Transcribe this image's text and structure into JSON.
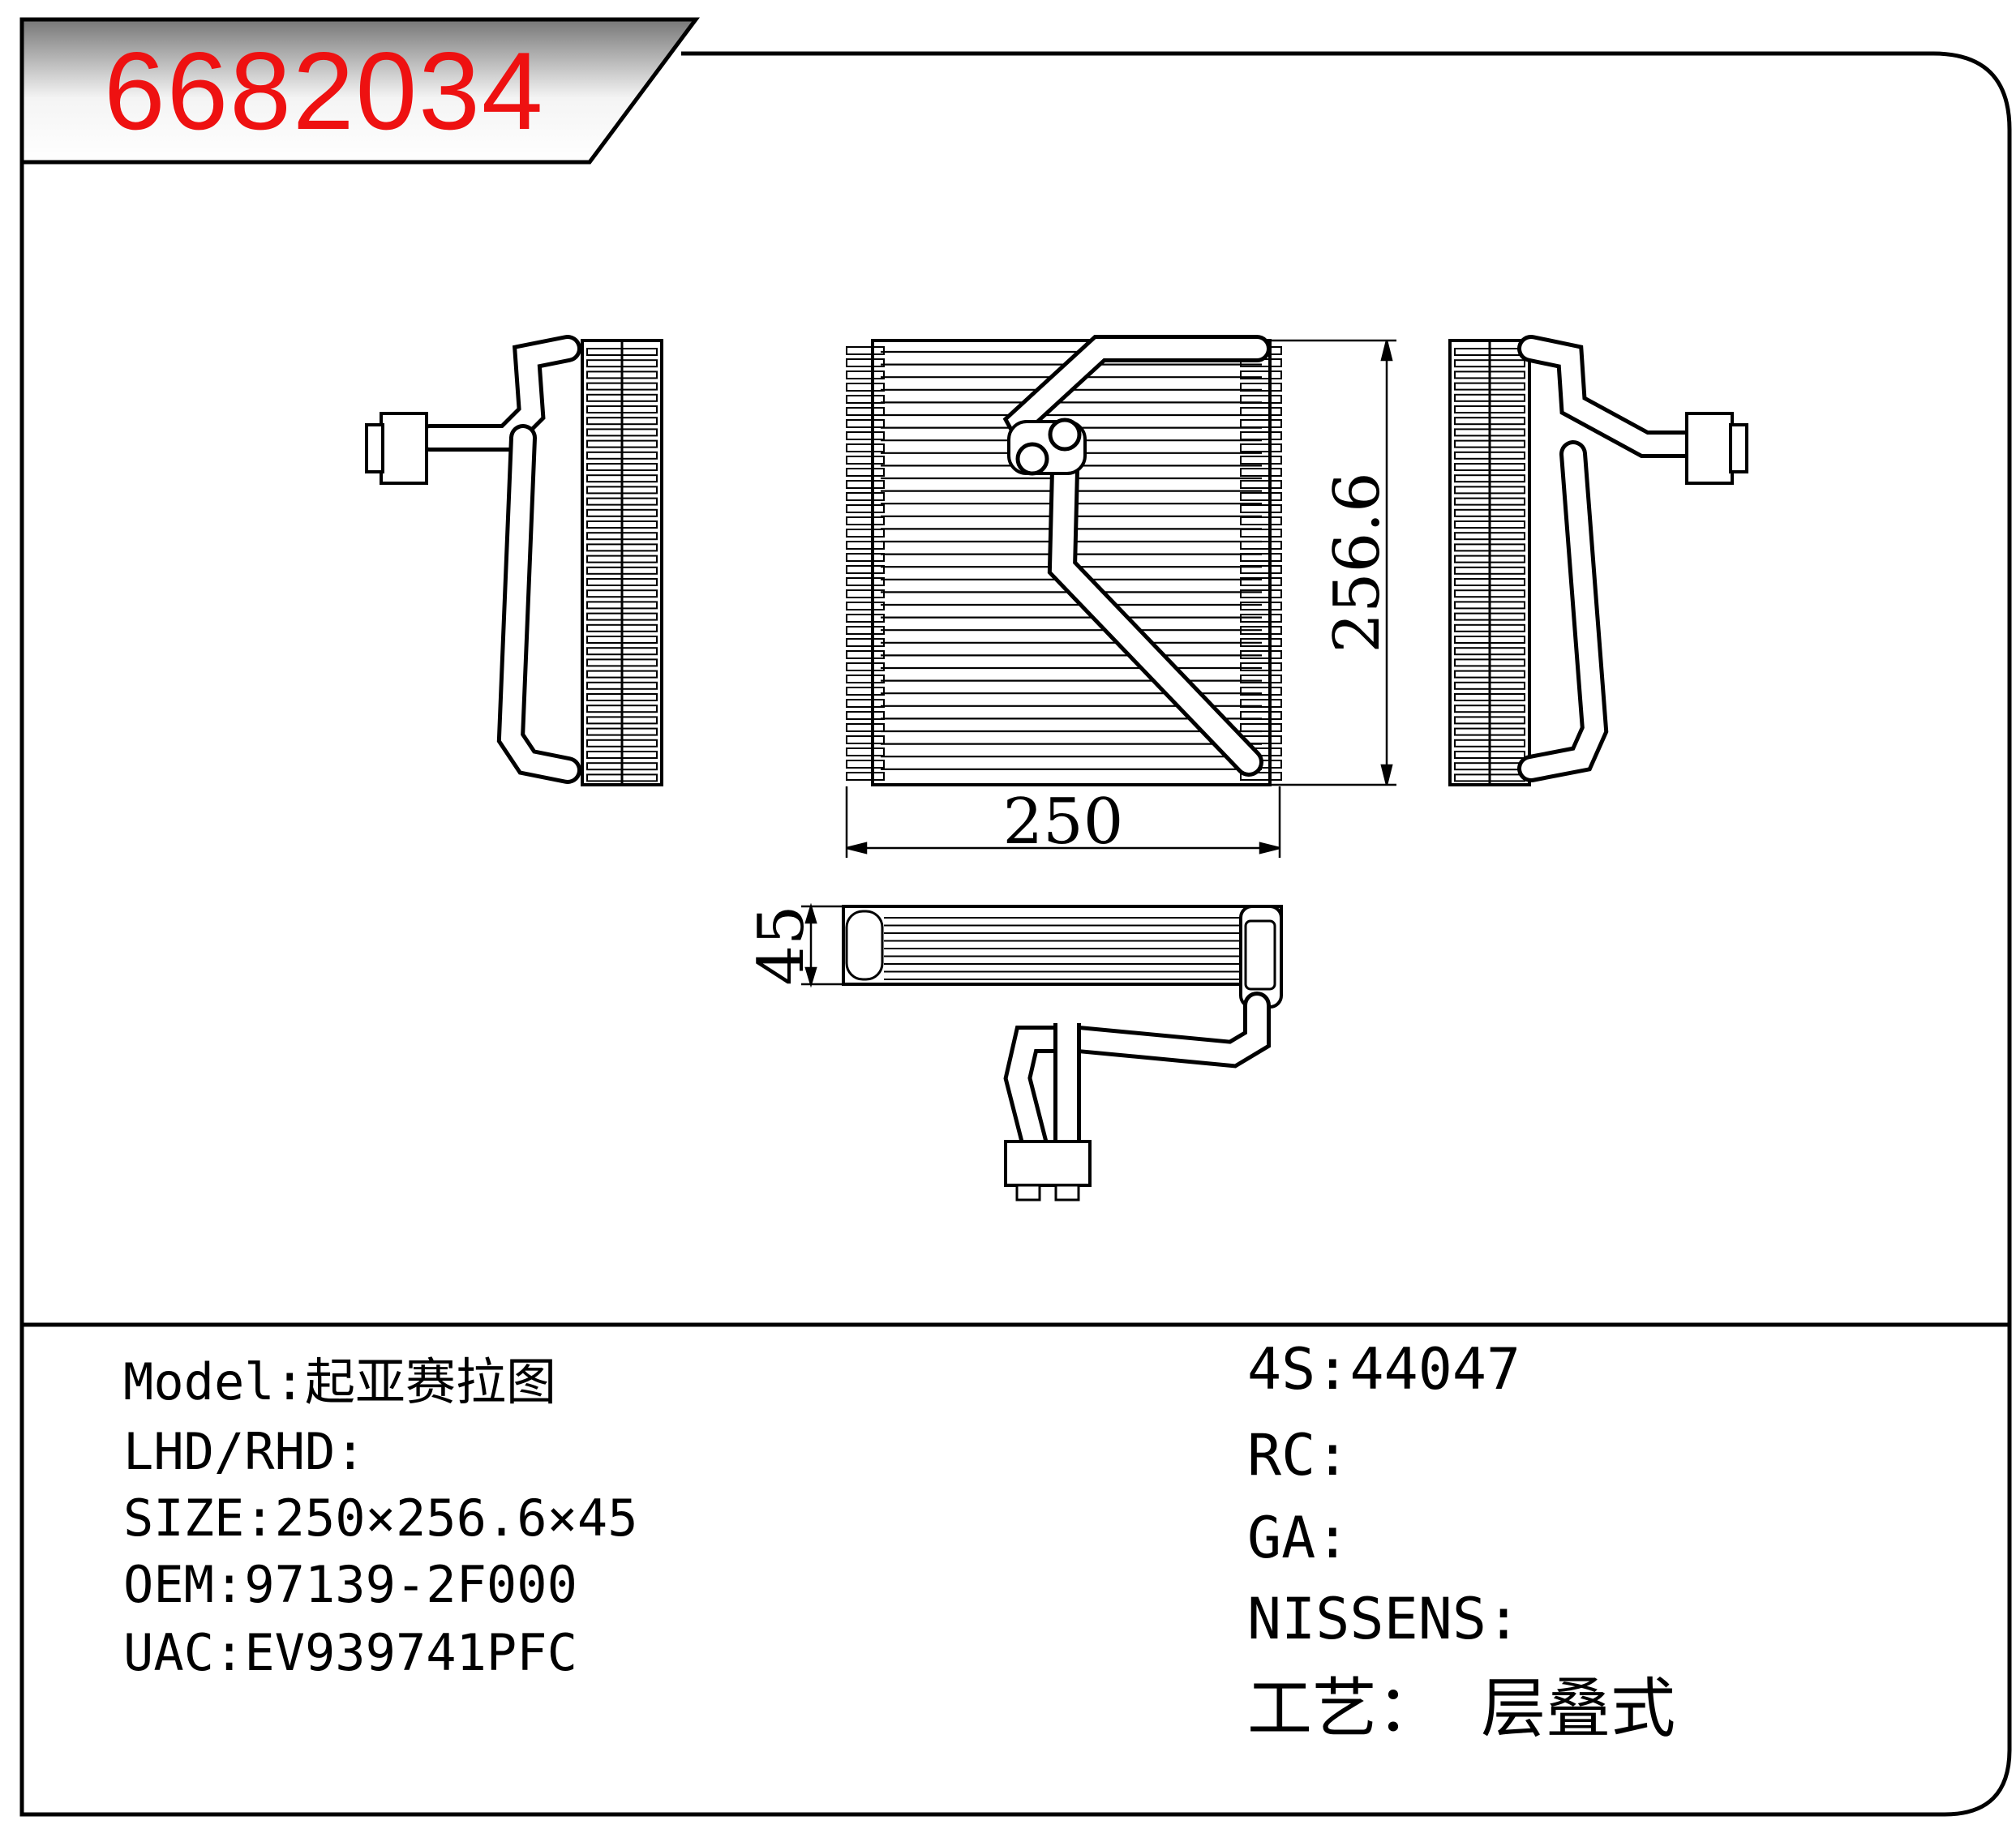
{
  "header": {
    "part_number": "6682034"
  },
  "dimensions": {
    "width": "250",
    "height": "256.6",
    "depth": "45"
  },
  "specs_left": [
    {
      "key": "model",
      "label": "Model",
      "value": "起亚赛拉图"
    },
    {
      "key": "lhd_rhd",
      "label": "LHD/RHD",
      "value": ""
    },
    {
      "key": "size",
      "label": "SIZE",
      "value": "250×256.6×45"
    },
    {
      "key": "oem",
      "label": "OEM",
      "value": "97139-2F000"
    },
    {
      "key": "uac",
      "label": "UAC",
      "value": "EV939741PFC"
    }
  ],
  "specs_right": [
    {
      "key": "4s",
      "label": "4S",
      "value": "44047"
    },
    {
      "key": "rc",
      "label": "RC",
      "value": ""
    },
    {
      "key": "ga",
      "label": "GA",
      "value": ""
    },
    {
      "key": "nissens",
      "label": "NISSENS",
      "value": ""
    },
    {
      "key": "process",
      "label": "工艺",
      "value": "层叠式"
    }
  ],
  "colors": {
    "part_number": "#ee1111",
    "line": "#000000",
    "header_gradient_start": "#7a7a7a",
    "header_gradient_end": "#ffffff"
  }
}
